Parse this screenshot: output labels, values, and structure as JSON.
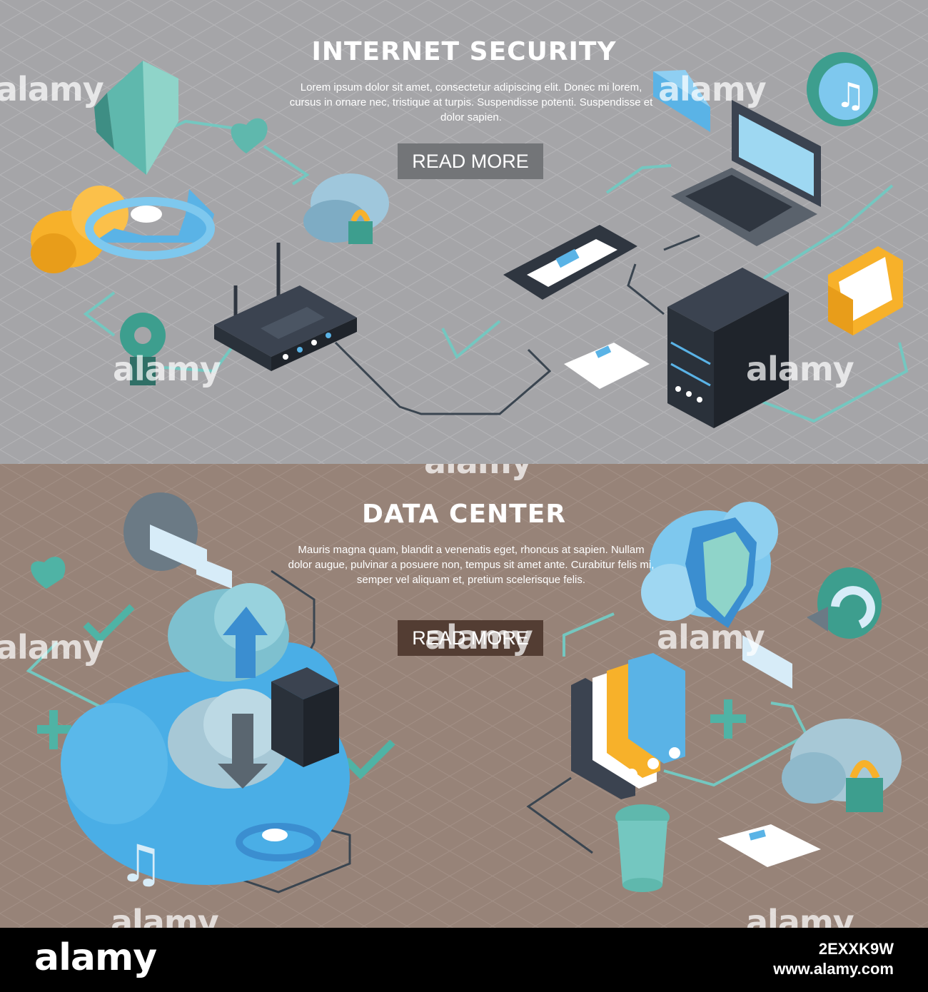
{
  "banners": [
    {
      "title": "INTERNET SECURITY",
      "description": "Lorem ipsum dolor sit amet, consectetur adipiscing elit. Donec mi lorem, cursus in ornare nec, tristique at turpis. Suspendisse potenti. Suspendisse et dolor sapien.",
      "button_label": "READ MORE",
      "background_color": "#a5a5a8",
      "button_color": "#737578"
    },
    {
      "title": "DATA CENTER",
      "description": "Mauris magna quam, blandit a venenatis eget, rhoncus at sapien. Nullam dolor augue, pulvinar a posuere non, tempus sit amet ante. Curabitur felis mi, semper vel aliquam et, pretium scelerisque felis.",
      "button_label": "READ MORE",
      "background_color": "#978378",
      "button_color": "#533d33"
    }
  ],
  "watermark": "alamy",
  "footer": {
    "logo": "alamy",
    "image_id": "2EXXK9W",
    "site": "www.alamy.com"
  },
  "icons_top": [
    "shield-icon",
    "heart-icon",
    "cloud-icon",
    "wifi-icon",
    "cloud-lock-icon",
    "gear-icon",
    "router-icon",
    "smartphone-icon",
    "document-icon",
    "server-icon",
    "laptop-icon",
    "mail-icon",
    "music-icon",
    "folder-icon"
  ],
  "icons_bottom": [
    "mail-icon",
    "heart-icon",
    "check-icon",
    "plus-icon",
    "cloud-upload-icon",
    "cloud-download-icon",
    "server-icon",
    "music-icon",
    "wifi-icon",
    "cloud-shield-icon",
    "refresh-icon",
    "binders-icon",
    "cloud-lock-icon",
    "trash-icon",
    "document-icon"
  ],
  "colors": {
    "teal": "#5fb8ad",
    "blue": "#5ab3e6",
    "dark": "#2f3640",
    "yellow": "#f7b12a",
    "arrow": "#74c7c0"
  }
}
